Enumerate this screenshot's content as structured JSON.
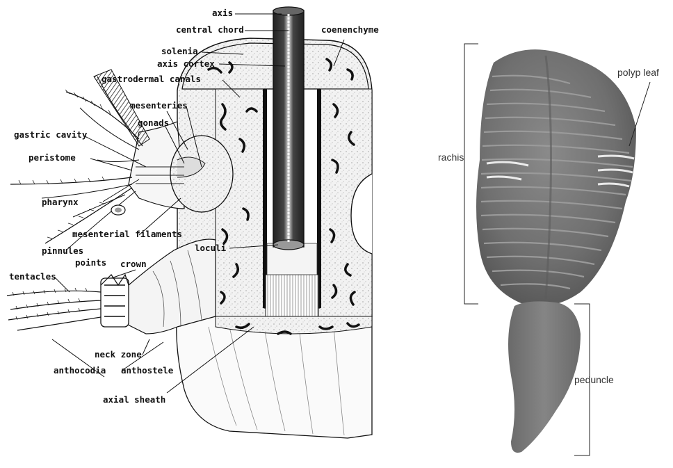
{
  "left_figure": {
    "labels": {
      "axis": "axis",
      "central_chord": "central chord",
      "coenenchyme": "coenenchyme",
      "solenia": "solenia",
      "axis_cortex": "axis cortex",
      "gastrodermal_canals": "gastrodermal canals",
      "mesenteries": "mesenteries",
      "gonads": "gonads",
      "gastric_cavity": "gastric cavity",
      "peristome": "peristome",
      "pharynx": "pharynx",
      "pinnules": "pinnules",
      "mesenterial_filaments": "mesenterial filaments",
      "loculi": "loculi",
      "points": "points",
      "crown": "crown",
      "tentacles": "tentacles",
      "neck_zone": "neck zone",
      "anthocodia": "anthocodia",
      "anthostele": "anthostele",
      "axial_sheath": "axial sheath"
    }
  },
  "right_figure": {
    "labels": {
      "rachis": "rachis",
      "polyp_leaf": "polyp leaf",
      "peduncle": "peduncle"
    }
  }
}
